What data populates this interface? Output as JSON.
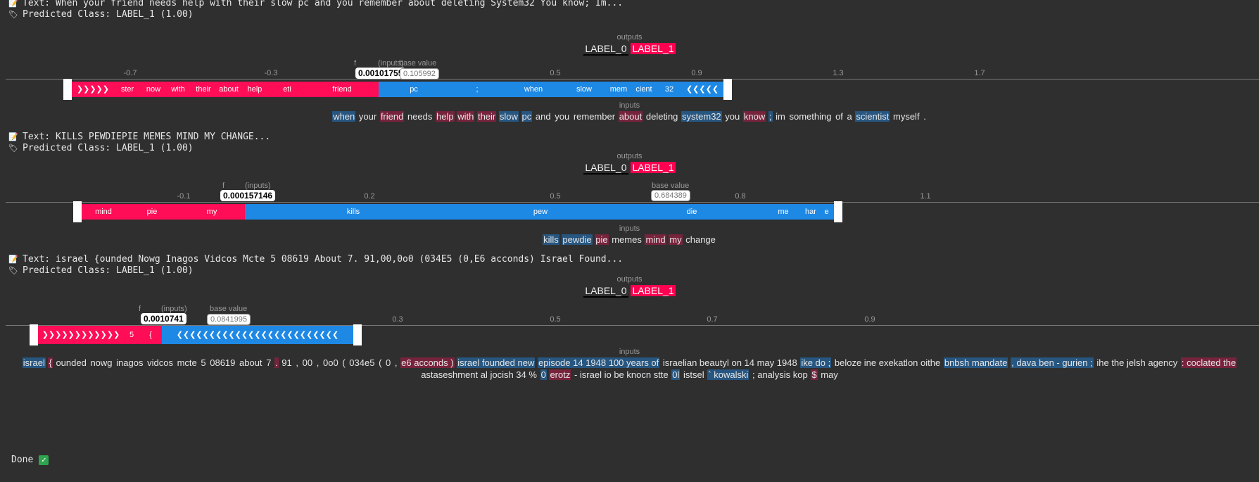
{
  "explanations": [
    {
      "text_label": "Text: When your friend needs help with their slow pc and you remember about deleting System32 You know; Im...",
      "predicted": "Predicted Class: LABEL_1 (1.00)",
      "outputs_label": "outputs",
      "class0": "LABEL_0",
      "class1": "LABEL_1",
      "fx_value": "0.00101755",
      "base_value": "0.105992",
      "fx_label": "f",
      "inputs_caption": "(inputs)",
      "base_caption": "base value",
      "ticks": [
        "-0.7",
        "-0.3",
        "0.5",
        "0.9",
        "1.3",
        "1.7"
      ],
      "pos_tokens": [
        "ster",
        "now",
        "with",
        "their",
        "about",
        "help",
        "eti",
        "friend"
      ],
      "neg_tokens": [
        "pc",
        ";",
        "when",
        "slow",
        "mem",
        "cient",
        "32"
      ],
      "inputs_label": "inputs",
      "tokens": [
        {
          "t": "when",
          "c": "n"
        },
        {
          "t": "your",
          "c": ""
        },
        {
          "t": "friend",
          "c": "p"
        },
        {
          "t": "needs",
          "c": ""
        },
        {
          "t": "help",
          "c": "p"
        },
        {
          "t": "with",
          "c": "p"
        },
        {
          "t": "their",
          "c": "p"
        },
        {
          "t": "slow",
          "c": "n"
        },
        {
          "t": "pc",
          "c": "n"
        },
        {
          "t": "and",
          "c": ""
        },
        {
          "t": "you",
          "c": ""
        },
        {
          "t": "remember",
          "c": ""
        },
        {
          "t": "about",
          "c": "p"
        },
        {
          "t": "deleting",
          "c": ""
        },
        {
          "t": "system32",
          "c": "n"
        },
        {
          "t": "you",
          "c": ""
        },
        {
          "t": "know",
          "c": "p"
        },
        {
          "t": ";",
          "c": "n"
        },
        {
          "t": "im",
          "c": ""
        },
        {
          "t": "something",
          "c": ""
        },
        {
          "t": "of",
          "c": ""
        },
        {
          "t": "a",
          "c": ""
        },
        {
          "t": "scientist",
          "c": "n"
        },
        {
          "t": "myself",
          "c": ""
        },
        {
          "t": ".",
          "c": ""
        }
      ]
    },
    {
      "text_label": "Text: KILLS PEWDIEPIE MEMES MIND MY CHANGE...",
      "predicted": "Predicted Class: LABEL_1 (1.00)",
      "outputs_label": "outputs",
      "class0": "LABEL_0",
      "class1": "LABEL_1",
      "fx_value": "0.000157146",
      "base_value": "0.684389",
      "fx_label": "f",
      "inputs_caption": "(inputs)",
      "base_caption": "base value",
      "ticks": [
        "-0.1",
        "0.2",
        "0.5",
        "0.8",
        "1.1"
      ],
      "pos_tokens": [
        "mind",
        "pie",
        "my"
      ],
      "neg_tokens": [
        "kills",
        "pew",
        "die",
        "me",
        "har",
        "e"
      ],
      "inputs_label": "inputs",
      "tokens": [
        {
          "t": "kills",
          "c": "n"
        },
        {
          "t": "pewdie",
          "c": "n"
        },
        {
          "t": "pie",
          "c": "p"
        },
        {
          "t": "memes",
          "c": ""
        },
        {
          "t": "mind",
          "c": "p"
        },
        {
          "t": "my",
          "c": "p"
        },
        {
          "t": "change",
          "c": ""
        }
      ]
    },
    {
      "text_label": "Text: israel {ounded Nowg Inagos Vidcos Mcte 5 08619 About 7. 91,00,0o0 (034E5 (0,E6 acconds) Israel Found...",
      "predicted": "Predicted Class: LABEL_1 (1.00)",
      "outputs_label": "outputs",
      "class0": "LABEL_0",
      "class1": "LABEL_1",
      "fx_value": "0.0010741",
      "base_value": "0.0841995",
      "fx_label": "f",
      "inputs_caption": "(inputs)",
      "base_caption": "base value",
      "ticks": [
        "0.3",
        "0.5",
        "0.7",
        "0.9"
      ],
      "pos_tokens": [
        "5",
        "{"
      ],
      "neg_tokens": [],
      "inputs_label": "inputs",
      "tokens": [
        {
          "t": "israel",
          "c": "n"
        },
        {
          "t": "{",
          "c": "p"
        },
        {
          "t": "ounded",
          "c": ""
        },
        {
          "t": "nowg",
          "c": ""
        },
        {
          "t": "inagos",
          "c": ""
        },
        {
          "t": "vidcos",
          "c": ""
        },
        {
          "t": "mcte",
          "c": ""
        },
        {
          "t": "5",
          "c": ""
        },
        {
          "t": "08619",
          "c": ""
        },
        {
          "t": "about",
          "c": ""
        },
        {
          "t": "7",
          "c": ""
        },
        {
          "t": ".",
          "c": "p"
        },
        {
          "t": "91",
          "c": ""
        },
        {
          "t": ",",
          "c": ""
        },
        {
          "t": "00",
          "c": ""
        },
        {
          "t": ",",
          "c": ""
        },
        {
          "t": "0o0",
          "c": ""
        },
        {
          "t": "(",
          "c": ""
        },
        {
          "t": "034e5",
          "c": ""
        },
        {
          "t": "(",
          "c": ""
        },
        {
          "t": "0",
          "c": ""
        },
        {
          "t": ",",
          "c": ""
        },
        {
          "t": "e6 acconds )",
          "c": "p"
        },
        {
          "t": "israel founded new",
          "c": "n"
        },
        {
          "t": "episode 14 1948 100 years of",
          "c": "n"
        },
        {
          "t": "israelian beautyl on 14 may 1948",
          "c": ""
        },
        {
          "t": "ike do ;",
          "c": "n"
        },
        {
          "t": "beloze ine exekatlon oithe",
          "c": ""
        },
        {
          "t": "bnbsh mandate",
          "c": "n"
        },
        {
          "t": ", dava ben - gurien ;",
          "c": "n"
        },
        {
          "t": "ihe the jelsh agency",
          "c": ""
        },
        {
          "t": ": coclated the",
          "c": "p"
        },
        {
          "t": "astaseshment al jocish 34 %",
          "c": ""
        },
        {
          "t": "0",
          "c": "n"
        },
        {
          "t": "erotz",
          "c": "p"
        },
        {
          "t": "- israel io be knocn stte",
          "c": ""
        },
        {
          "t": "0l",
          "c": "n"
        },
        {
          "t": "istsel",
          "c": ""
        },
        {
          "t": "` kowalski",
          "c": "n"
        },
        {
          "t": "; analysis kop",
          "c": ""
        },
        {
          "t": "$",
          "c": "p"
        },
        {
          "t": "may",
          "c": ""
        }
      ]
    }
  ],
  "status": {
    "done_label": "Done",
    "done_icon": "check-icon"
  },
  "colors": {
    "positive": "#ff0d57",
    "negative": "#1e88e5",
    "background": "#2f2f2f"
  }
}
